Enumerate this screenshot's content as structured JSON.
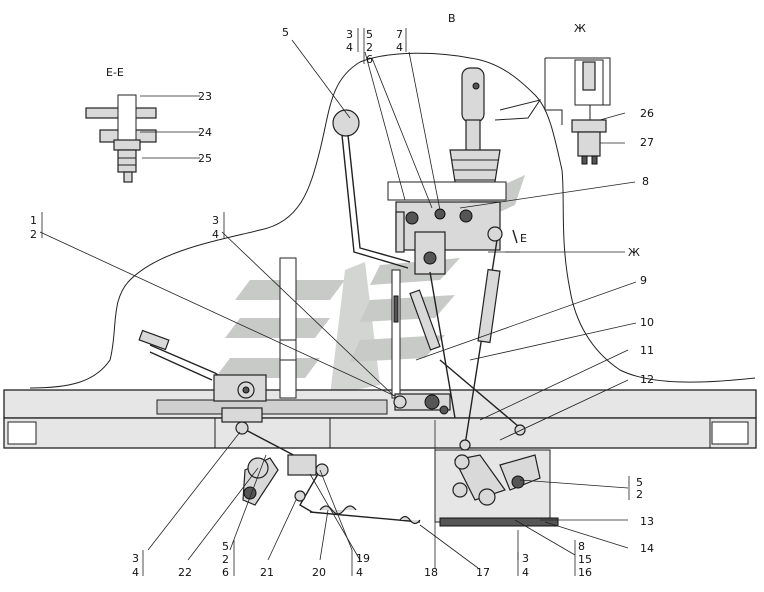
{
  "section_labels": {
    "view_b": "В",
    "view_zh": "Ж",
    "section_ee": "Е-Е",
    "cut_e": "Е",
    "arrow_zh": "Ж"
  },
  "callouts": {
    "c1": "1",
    "c2": "2",
    "c3": "3",
    "c4": "4",
    "c5": "5",
    "c6": "6",
    "c7": "7",
    "c8": "8",
    "c9": "9",
    "c10": "10",
    "c11": "11",
    "c12": "12",
    "c13": "13",
    "c14": "14",
    "c15": "15",
    "c16": "16",
    "c17": "17",
    "c18": "18",
    "c19": "19",
    "c20": "20",
    "c21": "21",
    "c22": "22",
    "c23": "23",
    "c24": "24",
    "c25": "25",
    "c26": "26",
    "c27": "27"
  },
  "watermark_colors": {
    "stripe": "#9aa09a",
    "stripe_light": "#c8ccc8"
  }
}
